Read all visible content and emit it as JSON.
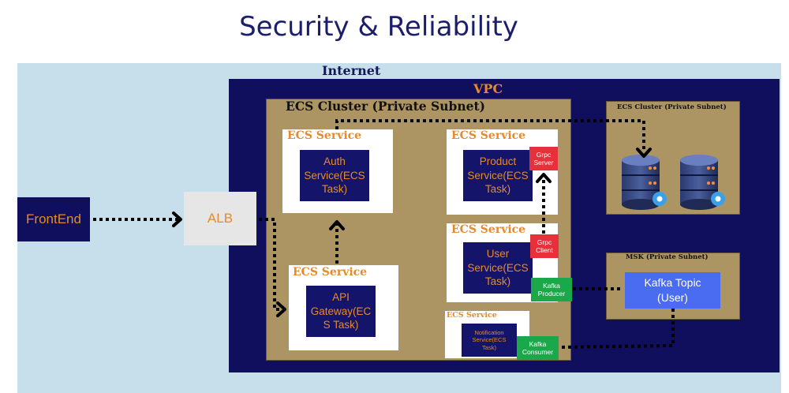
{
  "title": "Security & Reliability",
  "internet_label": "Internet",
  "vpc_label": "VPC",
  "frontend_label": "FrontEnd",
  "alb_label": "ALB",
  "main_cluster_label": "ECS Cluster (Private Subnet)",
  "db_cluster_label": "ECS Cluster (Private Subnet)",
  "msk_label": "MSK  (Private Subnet)",
  "service_label": "ECS Service",
  "auth": {
    "line1": "Auth",
    "line2": "Service(ECS",
    "line3": "Task)"
  },
  "product": {
    "line1": "Product",
    "line2": "Service(ECS",
    "line3": "Task)",
    "badge1": "Grpc",
    "badge2": "Server"
  },
  "user": {
    "line1": "User",
    "line2": "Service(ECS",
    "line3": "Task)",
    "badge1": "Grpc",
    "badge2": "Client",
    "kafka1": "Kafka",
    "kafka2": "Producer"
  },
  "api": {
    "line1": "API",
    "line2": "Gateway(EC",
    "line3": "S Task)"
  },
  "notification": {
    "line1": "Notification",
    "line2": "Service(ECS",
    "line3": "Task)",
    "kafka1": "Kafka",
    "kafka2": "Consumer"
  },
  "kafka_topic": {
    "line1": "Kafka Topic",
    "line2": "(User)"
  },
  "colors": {
    "navy": "#0f0f5e",
    "orange": "#e58a2a",
    "gold": "#ad9463",
    "sky": "#c6dfea",
    "red": "#e8303a",
    "green": "#1aa84a",
    "kafka_blue": "#4a6cf0"
  }
}
